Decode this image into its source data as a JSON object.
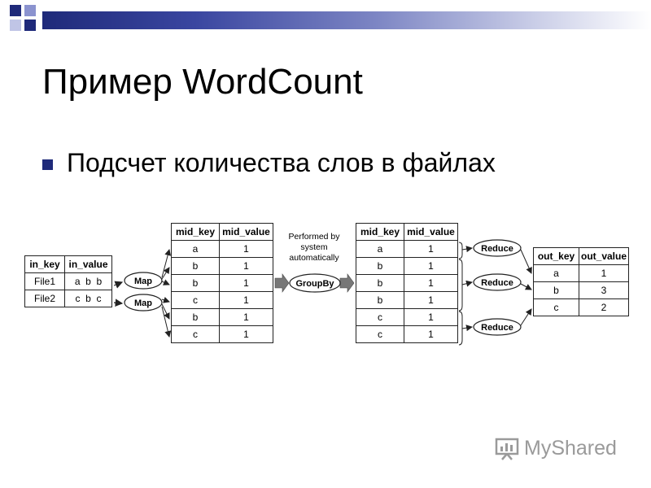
{
  "slide": {
    "title": "Пример WordCount",
    "bullet": "Подсчет количества слов в файлах"
  },
  "colors": {
    "accent": "#1f2a7a"
  },
  "diagram": {
    "input_table": {
      "headers": [
        "in_key",
        "in_value"
      ],
      "rows": [
        [
          "File1",
          "a  b  b"
        ],
        [
          "File2",
          "c  b  c"
        ]
      ]
    },
    "map_labels": [
      "Map",
      "Map"
    ],
    "mid_table_left": {
      "headers": [
        "mid_key",
        "mid_value"
      ],
      "rows": [
        [
          "a",
          "1"
        ],
        [
          "b",
          "1"
        ],
        [
          "b",
          "1"
        ],
        [
          "c",
          "1"
        ],
        [
          "b",
          "1"
        ],
        [
          "c",
          "1"
        ]
      ]
    },
    "groupby_note": [
      "Performed by",
      "system",
      "automatically"
    ],
    "groupby_label": "GroupBy",
    "mid_table_right": {
      "headers": [
        "mid_key",
        "mid_value"
      ],
      "rows": [
        [
          "a",
          "1"
        ],
        [
          "b",
          "1"
        ],
        [
          "b",
          "1"
        ],
        [
          "b",
          "1"
        ],
        [
          "c",
          "1"
        ],
        [
          "c",
          "1"
        ]
      ]
    },
    "reduce_labels": [
      "Reduce",
      "Reduce",
      "Reduce"
    ],
    "output_table": {
      "headers": [
        "out_key",
        "out_value"
      ],
      "rows": [
        [
          "a",
          "1"
        ],
        [
          "b",
          "3"
        ],
        [
          "c",
          "2"
        ]
      ]
    }
  },
  "watermark": {
    "text": "MyShared"
  }
}
